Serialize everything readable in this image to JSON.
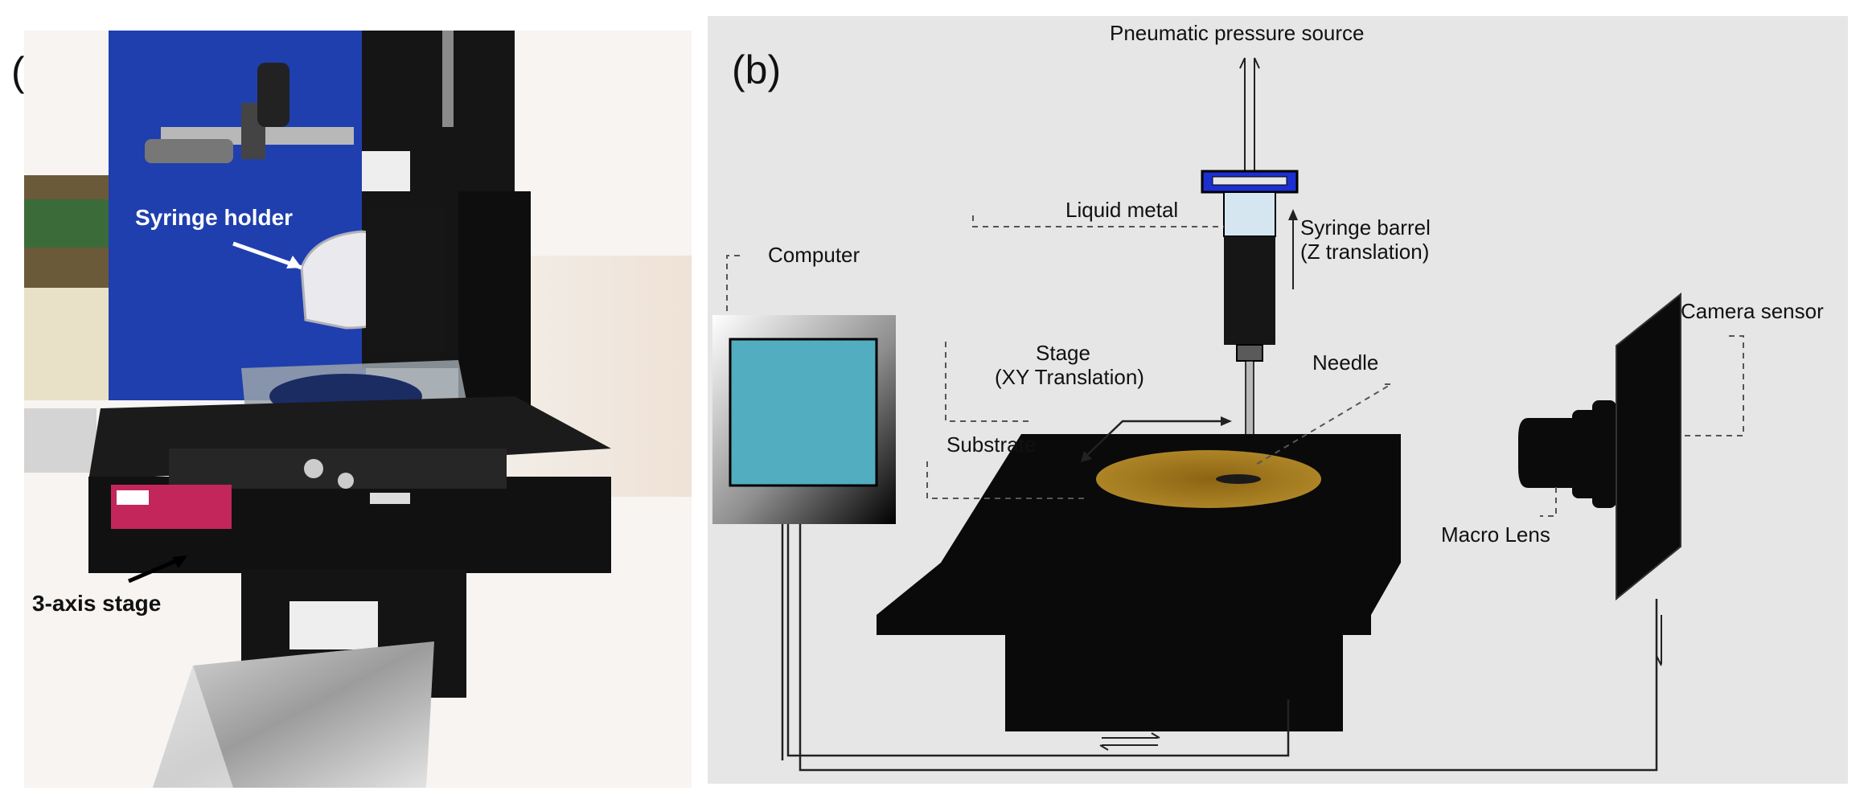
{
  "panel_a": {
    "label": "(a)",
    "callouts": {
      "syringe_holder": "Syringe holder",
      "stage": "3-axis stage"
    }
  },
  "panel_b": {
    "label": "(b)",
    "labels": {
      "pressure_source": "Pneumatic pressure source",
      "liquid_metal": "Liquid metal",
      "syringe_barrel_1": "Syringe barrel",
      "syringe_barrel_2": "(Z translation)",
      "computer": "Computer",
      "stage_1": "Stage",
      "stage_2": "(XY Translation)",
      "needle": "Needle",
      "substrate": "Substrate",
      "camera_sensor": "Camera sensor",
      "macro_lens": "Macro Lens"
    }
  },
  "colors": {
    "schematic_bg": "#e6e6e6",
    "screen": "#52adc0",
    "substrate_fill": "#a57a18",
    "plunger_cap": "#1c2fd0",
    "photo_backdrop": "#1f3fae"
  }
}
